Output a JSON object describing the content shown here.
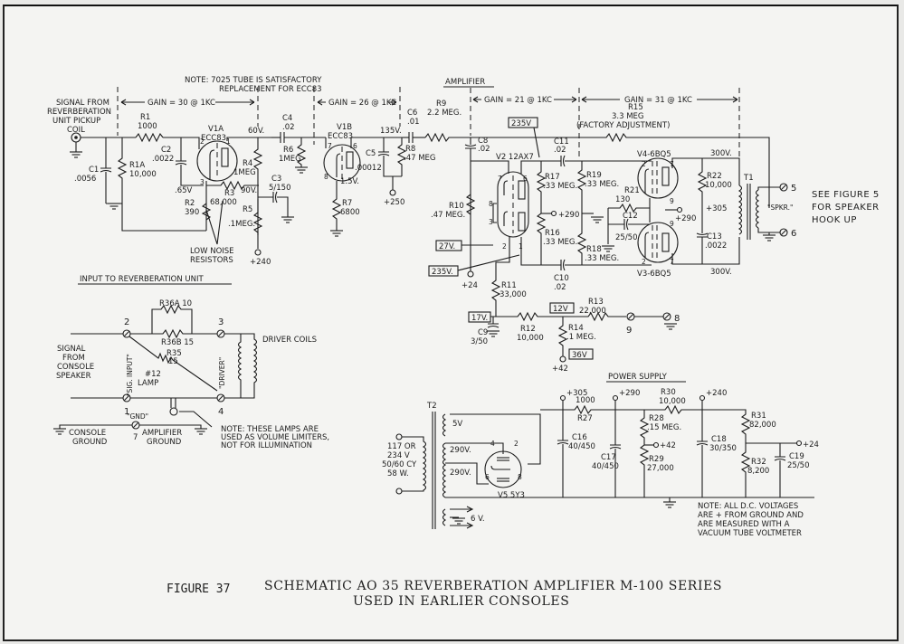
{
  "figure": {
    "number": "FIGURE 37",
    "title_line1": "SCHEMATIC AO 35 REVERBERATION AMPLIFIER M-100 SERIES",
    "title_line2": "USED IN EARLIER CONSOLES"
  },
  "preamp": {
    "signal_in": [
      "SIGNAL FROM",
      "REVERBERATION",
      "UNIT PICKUP",
      "COIL"
    ],
    "note": [
      "NOTE: 7025 TUBE IS SATISFACTORY",
      "REPLACEMENT FOR ECC83"
    ],
    "gain1": "GAIN = 30 @ 1KC",
    "gain2": "GAIN = 26 @ 1KC",
    "v1a": [
      "V1A",
      "ECC83"
    ],
    "v1b": [
      "V1B",
      "ECC83"
    ],
    "r1": [
      "R1",
      "1000"
    ],
    "r1a": [
      "R1A",
      "10,000"
    ],
    "c1": [
      "C1",
      ".0056"
    ],
    "c2": [
      "C2",
      ".0022"
    ],
    "r2": [
      "R2",
      "390"
    ],
    "r3": [
      "R3",
      "68,000"
    ],
    "r4": [
      "R4",
      "1MEG"
    ],
    "r5": [
      "R5",
      ".1MEG."
    ],
    "c3": [
      "C3",
      "5/150"
    ],
    "c4": [
      "C4",
      ".02"
    ],
    "r6": [
      "R6",
      "1MEG"
    ],
    "c5": [
      "C5",
      ".00012"
    ],
    "r7": [
      "R7",
      "6800"
    ],
    "r8": [
      "R8",
      ".47 MEG"
    ],
    "c6": [
      "C6",
      ".01"
    ],
    "r9": [
      "R9",
      "2.2 MEG."
    ],
    "v_60": "60V.",
    "v_65": ".65V",
    "v_90": "90V.",
    "v_15": "1.5V.",
    "v_135": "135V.",
    "b_240": "+240",
    "b_250": "+250",
    "low_noise": [
      "LOW NOISE",
      "RESISTORS"
    ],
    "pins": {
      "p2": "2",
      "p1": "1",
      "p3": "3",
      "p7": "7",
      "p6": "6",
      "p8": "8"
    }
  },
  "amplifier": {
    "heading": "AMPLIFIER",
    "gain3": "GAIN = 21 @ 1KC",
    "gain4": "GAIN = 31 @ 1KC",
    "r15": [
      "R15",
      "3.3 MEG",
      "(FACTORY ADJUSTMENT)"
    ],
    "c8": [
      "C8",
      ".02"
    ],
    "v2": "V2 12AX7",
    "r10": [
      "R10",
      ".47 MEG."
    ],
    "box_235a": "235V",
    "box_27": "27V.",
    "box_235b": "235V.",
    "r17": [
      "R17",
      ".33 MEG."
    ],
    "r16": [
      "R16",
      ".33 MEG."
    ],
    "r19": [
      "R19",
      ".33 MEG."
    ],
    "r18": [
      "R18",
      ".33 MEG."
    ],
    "c11": [
      "C11",
      ".02"
    ],
    "c10": [
      "C10",
      ".02"
    ],
    "b_290a": "+290",
    "r21": [
      "R21",
      "130"
    ],
    "c12": [
      "C12",
      "25/50"
    ],
    "v4": "V4-6BQ5",
    "v3": "V3-6BQ5",
    "b_290b": "+290",
    "v_300a": "300V.",
    "v_300b": "300V.",
    "r22": [
      "R22",
      "10,000"
    ],
    "b_305": "+305",
    "c13": [
      "C13",
      ".0022"
    ],
    "t1": "T1",
    "spkr": "\"SPKR.\"",
    "term5": "5",
    "term6": "6",
    "see_fig": [
      "SEE FIGURE 5",
      "FOR SPEAKER",
      "HOOK UP"
    ],
    "b_24": "+24",
    "r11": [
      "R11",
      "33,000"
    ],
    "box_17": "17V.",
    "c9": [
      "C9",
      "3/50"
    ],
    "r12": [
      "R12",
      "10,000"
    ],
    "box_12": "12V",
    "r13": [
      "R13",
      "22,000"
    ],
    "r14": [
      "R14",
      ".1 MEG."
    ],
    "box_36": "36V",
    "b_42": "+42",
    "term9": "9",
    "term8": "8",
    "pins": {
      "p7": "7",
      "p6": "6",
      "p8": "8",
      "p3": "3",
      "p2": "2",
      "p1": "1",
      "q2": "2",
      "q7": "7",
      "q9": "9",
      "q3": "3"
    }
  },
  "reverb_input": {
    "heading": "INPUT TO REVERBERATION UNIT",
    "r36a": "R36A 10",
    "r36b": "R36B 15",
    "r35": [
      "R35",
      "15"
    ],
    "lamp": [
      "#12",
      "LAMP"
    ],
    "signal": [
      "SIGNAL",
      "FROM",
      "CONSOLE",
      "SPEAKER"
    ],
    "sig_input": "\"SIG. INPUT\"",
    "driver": "\"DRIVER\"",
    "driver_coils": "DRIVER COILS",
    "gnd": "\"GND\"",
    "console_ground": [
      "CONSOLE",
      "GROUND"
    ],
    "amplifier_ground": [
      "AMPLIFIER",
      "GROUND"
    ],
    "note": [
      "NOTE: THESE LAMPS ARE",
      "USED AS VOLUME LIMITERS,",
      "NOT FOR ILLUMINATION"
    ],
    "terms": {
      "t1": "1",
      "t2": "2",
      "t3": "3",
      "t4": "4",
      "t7": "7"
    }
  },
  "power_supply": {
    "heading": "POWER SUPPLY",
    "t2": "T2",
    "mains": [
      "117 OR",
      "234 V",
      "50/60 CY",
      "58 W."
    ],
    "sec_5v": "5V",
    "sec_290a": "290V.",
    "sec_290b": "290V.",
    "sec_6v": "6 V.",
    "v5": "V5 5Y3",
    "v5_pins": {
      "p4": "4",
      "p2": "2",
      "p6": "6",
      "p8": "8"
    },
    "b_305": "+305",
    "b_290": "+290",
    "b_240": "+240",
    "b_42": "+42",
    "b_24": "+24",
    "r27": [
      "1000",
      "R27"
    ],
    "c16": [
      "C16",
      "40/450"
    ],
    "c17": [
      "C17",
      "40/450"
    ],
    "r28": [
      "R28",
      ".15 MEG."
    ],
    "r29": [
      "R29",
      "27,000"
    ],
    "r30": [
      "R30",
      "10,000"
    ],
    "c18": [
      "C18",
      "30/350"
    ],
    "r31": [
      "R31",
      "82,000"
    ],
    "r32": [
      "R32",
      "8,200"
    ],
    "c19": [
      "C19",
      "25/50"
    ],
    "note": [
      "NOTE: ALL D.C. VOLTAGES",
      "ARE + FROM GROUND AND",
      "ARE MEASURED WITH A",
      "VACUUM TUBE VOLTMETER"
    ]
  }
}
